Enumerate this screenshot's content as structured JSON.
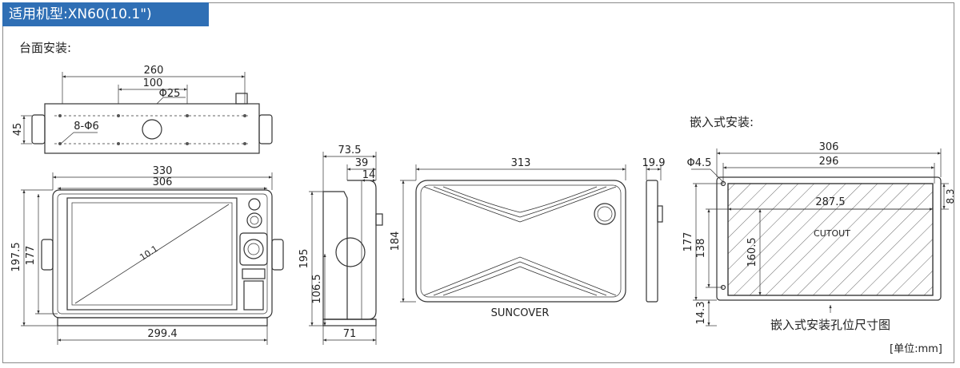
{
  "header": {
    "title": "适用机型:XN60(10.1\")"
  },
  "sections": {
    "desk_mount": "台面安装:",
    "flush_mount": "嵌入式安装:"
  },
  "top_view": {
    "dim_260": "260",
    "dim_100": "100",
    "dim_phi25": "Φ25",
    "dim_45": "45",
    "dim_8phi6": "8-Φ6"
  },
  "front_view": {
    "dim_330": "330",
    "dim_306": "306",
    "dim_1975": "197.5",
    "dim_177": "177",
    "dim_2994": "299.4",
    "diag": "10.1"
  },
  "side_view": {
    "dim_735": "73.5",
    "dim_39": "39",
    "dim_14": "14",
    "dim_195": "195",
    "dim_1065": "106.5",
    "dim_71": "71"
  },
  "cover_view": {
    "dim_313": "313",
    "dim_184": "184",
    "brand": "SUNCOVER",
    "dim_199": "19.9"
  },
  "cutout_view": {
    "dim_306": "306",
    "dim_296": "296",
    "dim_phi45": "Φ4.5",
    "dim_2875": "287.5",
    "dim_83": "8.3",
    "dim_177": "177",
    "dim_138": "138",
    "dim_1605": "160.5",
    "dim_143": "14.3",
    "cutout": "CUTOUT",
    "caption": "嵌入式安装孔位尺寸图"
  },
  "units": "[单位:mm]"
}
